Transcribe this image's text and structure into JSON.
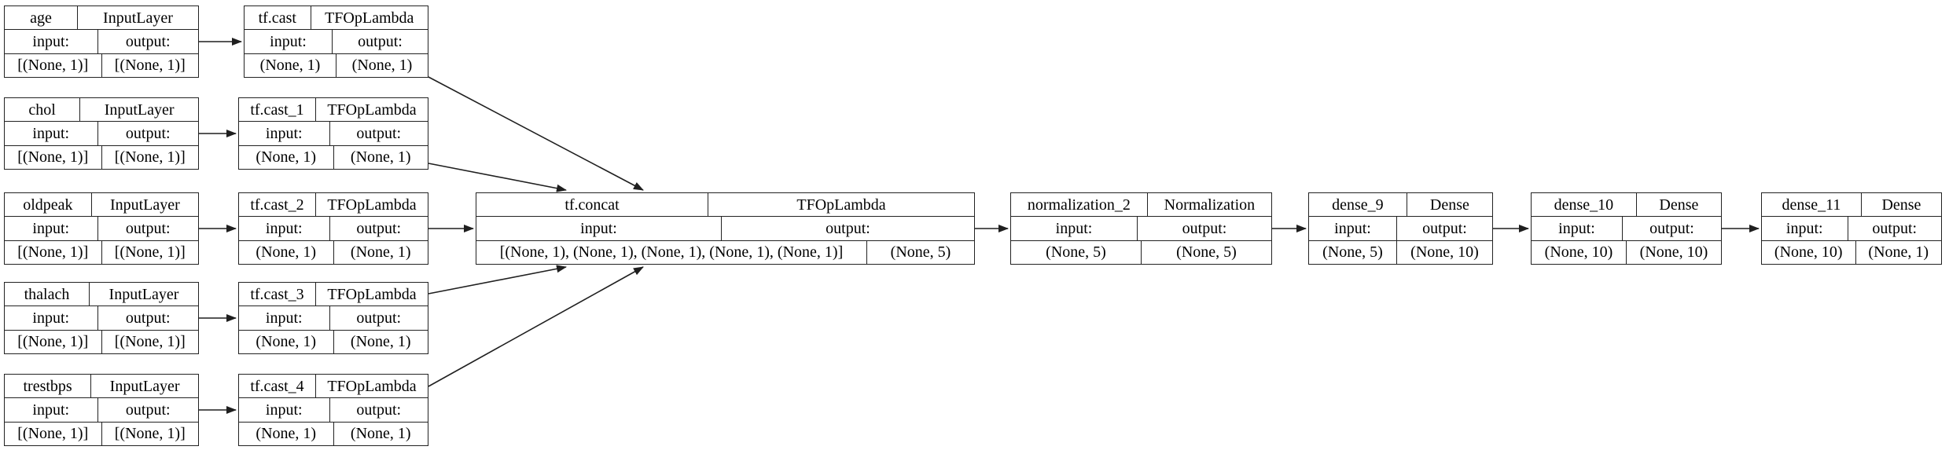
{
  "diagram": {
    "kind": "keras-model-architecture",
    "labels": {
      "input": "input:",
      "output": "output:"
    },
    "nodes": [
      {
        "name": "age",
        "cls": "InputLayer",
        "in_shape": "[(None, 1)]",
        "out_shape": "[(None, 1)]"
      },
      {
        "name": "tf.cast",
        "cls": "TFOpLambda",
        "in_shape": "(None, 1)",
        "out_shape": "(None, 1)"
      },
      {
        "name": "chol",
        "cls": "InputLayer",
        "in_shape": "[(None, 1)]",
        "out_shape": "[(None, 1)]"
      },
      {
        "name": "tf.cast_1",
        "cls": "TFOpLambda",
        "in_shape": "(None, 1)",
        "out_shape": "(None, 1)"
      },
      {
        "name": "oldpeak",
        "cls": "InputLayer",
        "in_shape": "[(None, 1)]",
        "out_shape": "[(None, 1)]"
      },
      {
        "name": "tf.cast_2",
        "cls": "TFOpLambda",
        "in_shape": "(None, 1)",
        "out_shape": "(None, 1)"
      },
      {
        "name": "tf.concat",
        "cls": "TFOpLambda",
        "in_shape": "[(None, 1), (None, 1), (None, 1), (None, 1), (None, 1)]",
        "out_shape": "(None, 5)"
      },
      {
        "name": "normalization_2",
        "cls": "Normalization",
        "in_shape": "(None, 5)",
        "out_shape": "(None, 5)"
      },
      {
        "name": "dense_9",
        "cls": "Dense",
        "in_shape": "(None, 5)",
        "out_shape": "(None, 10)"
      },
      {
        "name": "dense_10",
        "cls": "Dense",
        "in_shape": "(None, 10)",
        "out_shape": "(None, 10)"
      },
      {
        "name": "dense_11",
        "cls": "Dense",
        "in_shape": "(None, 10)",
        "out_shape": "(None, 1)"
      },
      {
        "name": "thalach",
        "cls": "InputLayer",
        "in_shape": "[(None, 1)]",
        "out_shape": "[(None, 1)]"
      },
      {
        "name": "tf.cast_3",
        "cls": "TFOpLambda",
        "in_shape": "(None, 1)",
        "out_shape": "(None, 1)"
      },
      {
        "name": "trestbps",
        "cls": "InputLayer",
        "in_shape": "[(None, 1)]",
        "out_shape": "[(None, 1)]"
      },
      {
        "name": "tf.cast_4",
        "cls": "TFOpLambda",
        "in_shape": "(None, 1)",
        "out_shape": "(None, 1)"
      }
    ],
    "edges": [
      {
        "from": "age",
        "to": "tf.cast"
      },
      {
        "from": "chol",
        "to": "tf.cast_1"
      },
      {
        "from": "oldpeak",
        "to": "tf.cast_2"
      },
      {
        "from": "thalach",
        "to": "tf.cast_3"
      },
      {
        "from": "trestbps",
        "to": "tf.cast_4"
      },
      {
        "from": "tf.cast",
        "to": "tf.concat"
      },
      {
        "from": "tf.cast_1",
        "to": "tf.concat"
      },
      {
        "from": "tf.cast_2",
        "to": "tf.concat"
      },
      {
        "from": "tf.cast_3",
        "to": "tf.concat"
      },
      {
        "from": "tf.cast_4",
        "to": "tf.concat"
      },
      {
        "from": "tf.concat",
        "to": "normalization_2"
      },
      {
        "from": "normalization_2",
        "to": "dense_9"
      },
      {
        "from": "dense_9",
        "to": "dense_10"
      },
      {
        "from": "dense_10",
        "to": "dense_11"
      }
    ]
  }
}
